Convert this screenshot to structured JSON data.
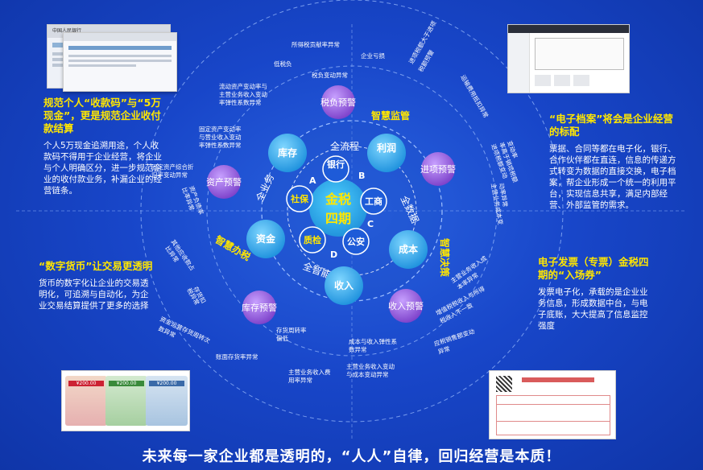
{
  "footer": "未来每一家企业都是透明的，“人人”自律，回归经营是本质！",
  "center": {
    "line1": "金税",
    "line2": "四期"
  },
  "inner_nodes": [
    {
      "text": "银行",
      "letter": "B"
    },
    {
      "text": "工商",
      "letter": "C"
    },
    {
      "text": "公安",
      "letter": "D"
    },
    {
      "text": "质检",
      "letter": "D"
    },
    {
      "text": "社保",
      "letter": "A"
    }
  ],
  "ring_labels": [
    "全流程",
    "全数据",
    "全智能",
    "全业务"
  ],
  "mid_nodes": [
    "利润",
    "成本",
    "收入",
    "资金",
    "库存",
    "进项预警",
    "收入预警",
    "库存预警",
    "资产预警",
    "税负预警"
  ],
  "wisdom_labels": [
    "智慧监管",
    "智慧决策",
    "智慧办税"
  ],
  "outer_texts": [
    "所得税贡献率异常",
    "企业亏损",
    "低税负",
    "税负变动异常",
    "流动资产变动率与",
    "主营业务收入变动",
    "率弹性系数异常",
    "固定资产变动率",
    "与营业收入变动",
    "率弹性系数异常",
    "固定资产综合折",
    "旧率变动异常",
    "进项税额大于进项",
    "税额预警",
    "运输费用抵扣异常",
    "进项税额变动",
    "率高于销项税额",
    "变动率",
    "主营业务成本变",
    "动率异常",
    "主营业务收入成",
    "本率异常",
    "增值税税收入与所得",
    "税收入不一致",
    "成本与收入弹性系",
    "数异常",
    "应税销售额变动",
    "异常",
    "存货周转率",
    "偏低",
    "账面存货率异常",
    "主营业务收入费",
    "用率异常",
    "主营业务收入变动",
    "与成本变动异常",
    "资金运营存货周转次",
    "数异常",
    "存货扣",
    "税异常",
    "其他应收款占",
    "比异常",
    "资产负债率",
    "比率异常"
  ],
  "panels": {
    "tl": {
      "title": "规范个人“收款码”与“5万现金”，更是规范企业收付款结算",
      "body": "个人5万现金追溯用途，个人收款码不得用于企业经营，将企业与个人明确区分，进一步规范企业的收付款业务，补漏企业的经营链条。"
    },
    "tr": {
      "title": "“电子档案”将会是企业经营的标配",
      "body": "票据、合同等都在电子化，银行、合作伙伴都在直连，信息的传递方式转变为数据的直接交换，电子档案，帮企业形成一个统一的利用平台，实现信息共享，满足内部经营、外部监管的需求。"
    },
    "ml": {
      "title": "“数字货币”让交易更透明",
      "body": "货币的数字化让企业的交易透明化，可追溯与自动化，为企业交易结算提供了更多的选择"
    },
    "mr": {
      "title": "电子发票（专票）金税四期的“入场券”",
      "body": "发票电子化，承载的是企业业务信息，形成数据中台，与电子底账，大大提高了信息监控强度"
    }
  },
  "thumb_bank": {
    "header": "中国人民银行"
  },
  "currency": {
    "values": [
      "¥200.00",
      "¥200.00",
      "¥200.00"
    ]
  },
  "colors": {
    "yellow": "#ffe600",
    "node": "#2fa8e8",
    "purple": "#8a4fd0",
    "center": "#3ab0ea"
  }
}
